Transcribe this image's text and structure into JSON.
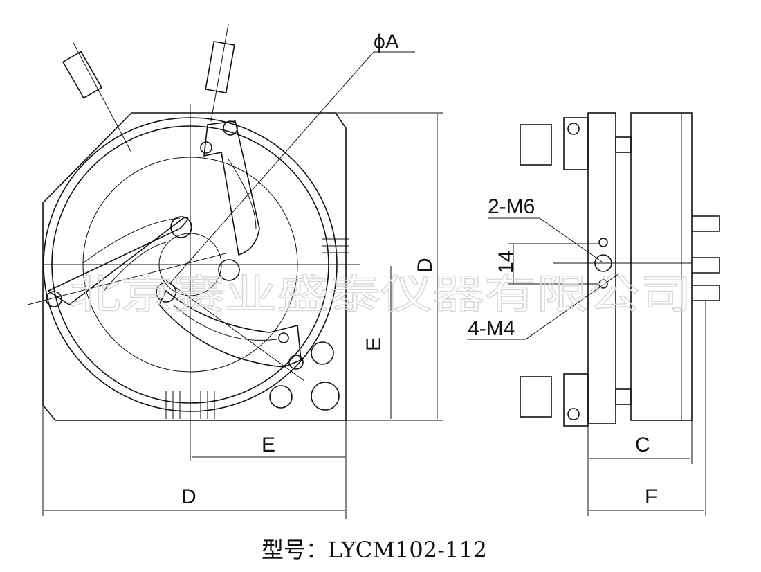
{
  "drawing": {
    "front_view": {
      "labels": {
        "diameter": "ϕA",
        "height": "D",
        "half_height": "E",
        "half_width": "E",
        "width": "D"
      }
    },
    "side_view": {
      "labels": {
        "thread_large": "2-M6",
        "thread_small": "4-M4",
        "spacing": "14",
        "thickness": "C",
        "total_depth": "F"
      }
    },
    "watermark": "北京赛业盛泰仪器有限公司",
    "caption": "型号：LYCM102-112"
  }
}
